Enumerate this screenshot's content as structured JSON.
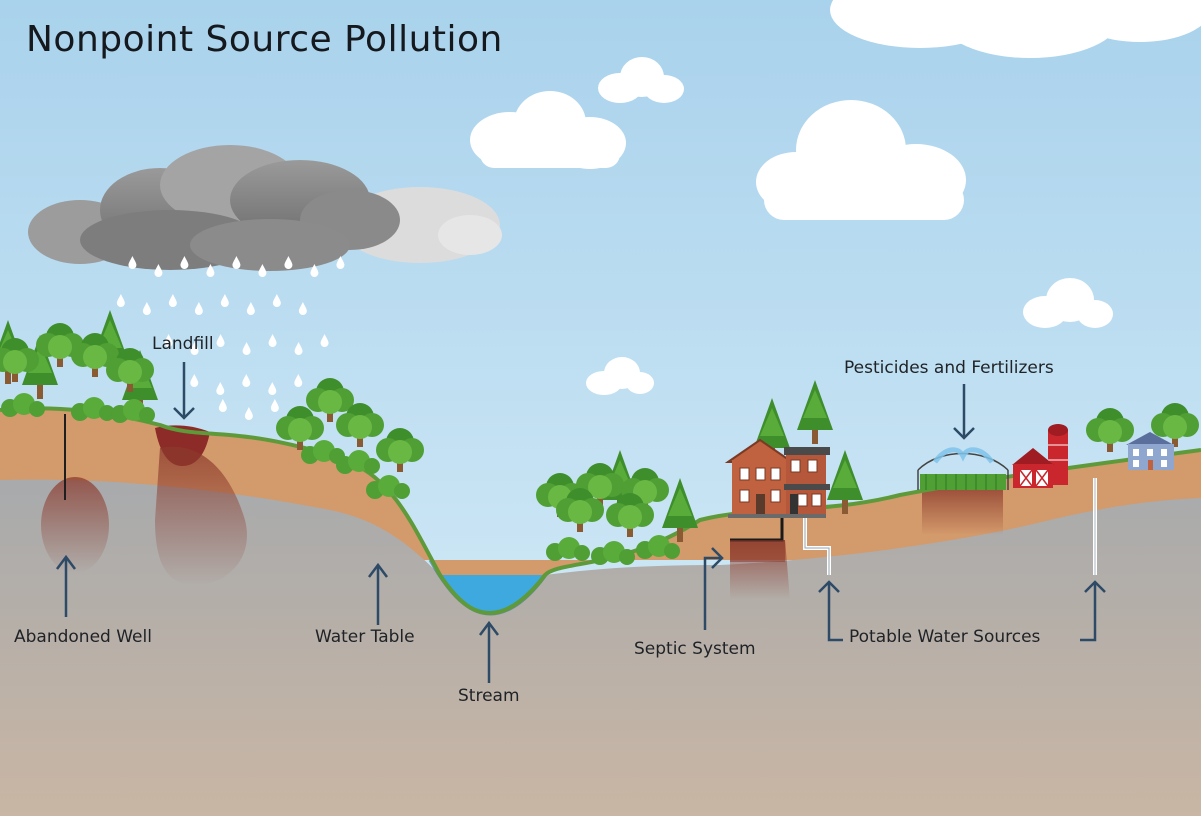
{
  "diagram": {
    "title": "Nonpoint Source Pollution",
    "labels": {
      "landfill": "Landfill",
      "pesticides": "Pesticides and Fertilizers",
      "abandoned_well": "Abandoned Well",
      "water_table": "Water Table",
      "stream": "Stream",
      "septic_system": "Septic System",
      "potable_water": "Potable Water Sources"
    },
    "colors": {
      "sky_top": "#a9d2ec",
      "sky_bottom": "#d9eef8",
      "soil": "#d39a6b",
      "groundwater_top": "#a8aaac",
      "groundwater_bottom": "#c9b6a4",
      "grass_line": "#5e9a3a",
      "stream_water": "#3ea9df",
      "pollution_plume": "#8c3a2c",
      "arrow": "#2d4a66",
      "house_brick": "#c0613f",
      "barn_red": "#c9262e"
    }
  }
}
